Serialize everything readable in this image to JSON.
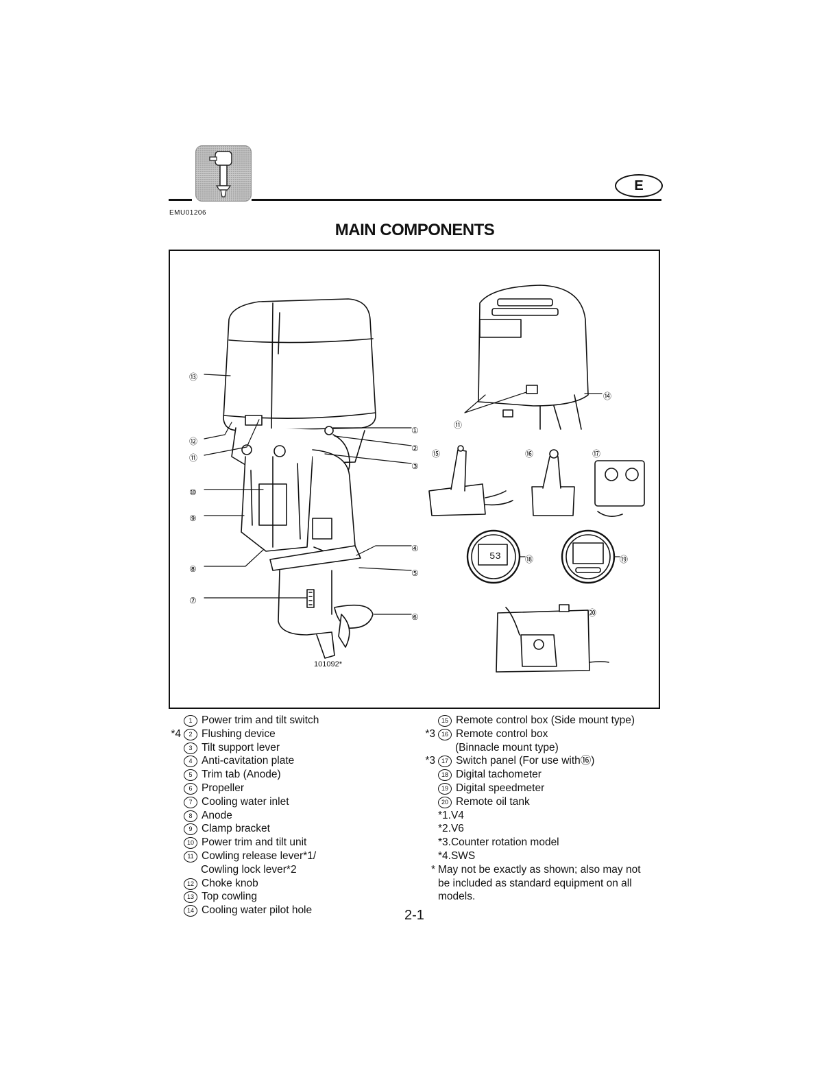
{
  "header": {
    "section_icon": "outboard-motor-icon",
    "language_badge": "E"
  },
  "doc_code": "EMU01206",
  "title": "MAIN COMPONENTS",
  "figure": {
    "code": "101092*",
    "callouts": [
      "①",
      "②",
      "③",
      "④",
      "⑤",
      "⑥",
      "⑦",
      "⑧",
      "⑨",
      "⑩",
      "⑪",
      "⑫",
      "⑬",
      "⑭",
      "⑪",
      "⑮",
      "⑯",
      "⑰",
      "⑱",
      "⑲",
      "⑳"
    ]
  },
  "legend_left": [
    {
      "prefix": "",
      "num": "1",
      "text": "Power trim and tilt switch"
    },
    {
      "prefix": "*4",
      "num": "2",
      "text": "Flushing device"
    },
    {
      "prefix": "",
      "num": "3",
      "text": "Tilt support lever"
    },
    {
      "prefix": "",
      "num": "4",
      "text": "Anti-cavitation plate"
    },
    {
      "prefix": "",
      "num": "5",
      "text": "Trim tab (Anode)"
    },
    {
      "prefix": "",
      "num": "6",
      "text": "Propeller"
    },
    {
      "prefix": "",
      "num": "7",
      "text": "Cooling water inlet"
    },
    {
      "prefix": "",
      "num": "8",
      "text": "Anode"
    },
    {
      "prefix": "",
      "num": "9",
      "text": "Clamp bracket"
    },
    {
      "prefix": "",
      "num": "10",
      "text": "Power trim and tilt unit"
    },
    {
      "prefix": "",
      "num": "11",
      "text": "Cowling release lever*1/"
    },
    {
      "prefix": "",
      "num": "",
      "text": "Cowling lock lever*2"
    },
    {
      "prefix": "",
      "num": "12",
      "text": "Choke knob"
    },
    {
      "prefix": "",
      "num": "13",
      "text": "Top cowling"
    },
    {
      "prefix": "",
      "num": "14",
      "text": "Cooling water pilot hole"
    }
  ],
  "legend_right": [
    {
      "prefix": "",
      "num": "15",
      "text": "Remote control box (Side mount type)"
    },
    {
      "prefix": "*3",
      "num": "16",
      "text": "Remote control box"
    },
    {
      "prefix": "",
      "num": "",
      "text": "(Binnacle mount type)"
    },
    {
      "prefix": "*3",
      "num": "17",
      "text": "Switch panel (For use with⑯)"
    },
    {
      "prefix": "",
      "num": "18",
      "text": "Digital tachometer"
    },
    {
      "prefix": "",
      "num": "19",
      "text": "Digital speedmeter"
    },
    {
      "prefix": "",
      "num": "20",
      "text": "Remote oil tank"
    },
    {
      "prefix": "",
      "num": "",
      "text": "*1.V4"
    },
    {
      "prefix": "",
      "num": "",
      "text": "*2.V6"
    },
    {
      "prefix": "",
      "num": "",
      "text": "*3.Counter rotation model"
    },
    {
      "prefix": "",
      "num": "",
      "text": "*4.SWS"
    },
    {
      "prefix": "*",
      "num": "",
      "text": "May not be exactly as shown; also may not"
    },
    {
      "prefix": "",
      "num": "",
      "text": "be included as standard equipment on all"
    },
    {
      "prefix": "",
      "num": "",
      "text": "models."
    }
  ],
  "page_number": "2-1"
}
